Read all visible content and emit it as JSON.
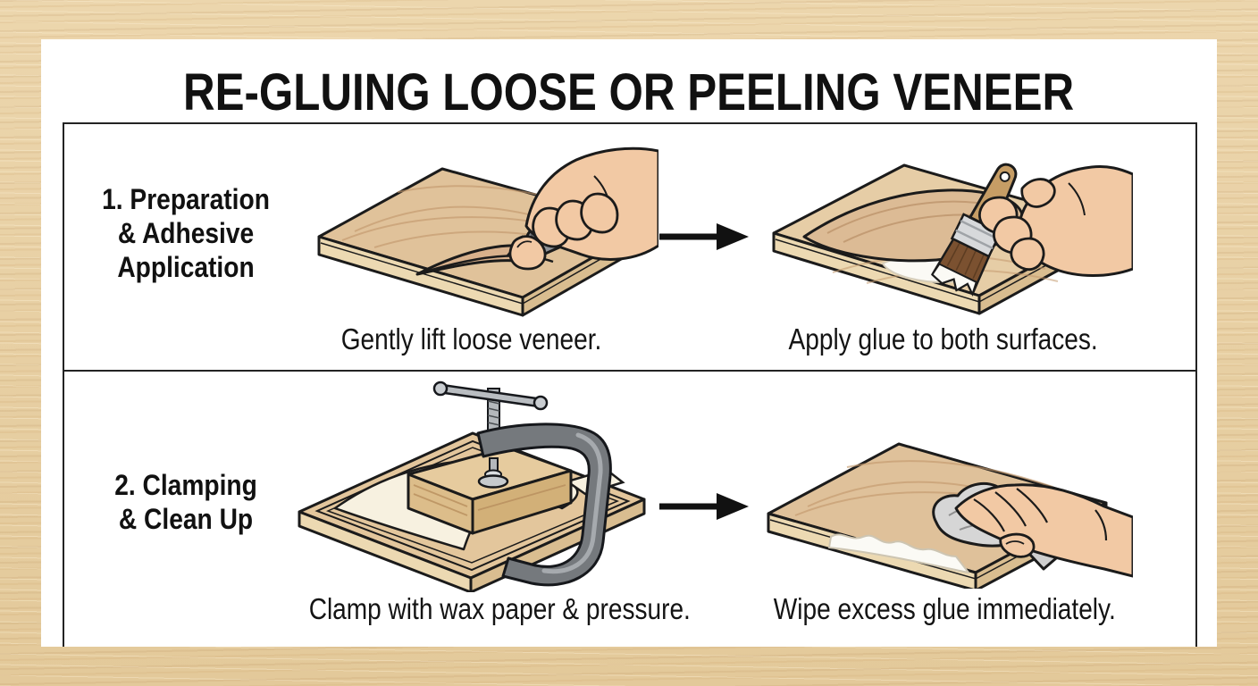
{
  "title": "RE-GLUING LOOSE OR PEELING VENEER",
  "steps": [
    {
      "label_lines": [
        "1. Preparation",
        "& Adhesive",
        "Application"
      ],
      "arrow_icon": "arrow-right-icon",
      "panels": [
        {
          "illustration": "lift-veneer-illustration",
          "caption": "Gently lift loose veneer."
        },
        {
          "illustration": "apply-glue-illustration",
          "caption": "Apply glue to both surfaces."
        }
      ]
    },
    {
      "label_lines": [
        "2. Clamping",
        "& Clean Up"
      ],
      "arrow_icon": "arrow-right-icon",
      "panels": [
        {
          "illustration": "clamp-illustration",
          "caption": "Clamp with wax paper & pressure."
        },
        {
          "illustration": "wipe-glue-illustration",
          "caption": "Wipe excess glue immediately."
        }
      ]
    }
  ],
  "colors": {
    "background_wood": "#e9d2a8",
    "card": "#ffffff",
    "border": "#232323",
    "text": "#111111",
    "outline": "#1b1b1b",
    "skin": "#f2c9a4",
    "wood_top": "#e0c29a",
    "wood_edge_light": "#ecd9b2",
    "wood_edge_dark": "#d9bd90",
    "veneer_flap": "#dcbb95",
    "knife_handle": "#8f9398",
    "knife_slider": "#e7b93a",
    "brush_handle": "#c69d65",
    "bristles": "#7b5130",
    "metal": "#b7bbbf",
    "clamp_body": "#75797d",
    "wax_paper": "#f7f1e0",
    "glue": "#fbfaf5",
    "cloth": "#d6d6d6"
  }
}
